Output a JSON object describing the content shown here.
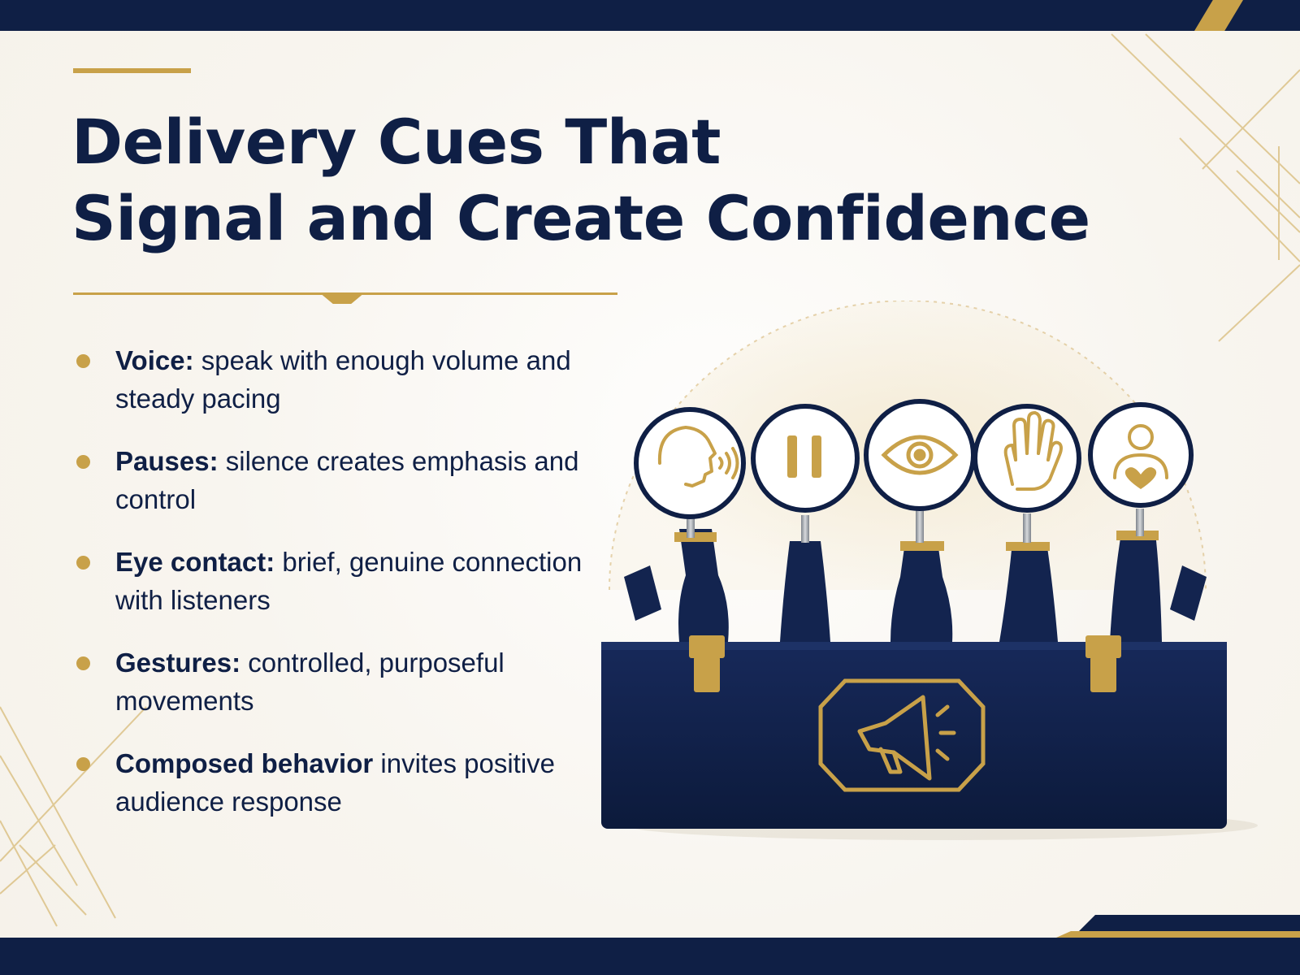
{
  "header": {
    "title_line_1": "Delivery Cues That",
    "title_line_2": "Signal and Create Confidence"
  },
  "cues": [
    {
      "term": "Voice:",
      "text": "speak with enough volume and steady pacing",
      "icon": "speaking-head-icon"
    },
    {
      "term": "Pauses:",
      "text": "silence creates emphasis and control",
      "icon": "pause-icon"
    },
    {
      "term": "Eye contact:",
      "text": "brief, genuine connection with listeners",
      "icon": "eye-icon"
    },
    {
      "term": "Gestures:",
      "text": "controlled, purposeful movements",
      "icon": "raised-hand-icon"
    },
    {
      "term": "Composed behavior",
      "text": "invites positive audience response",
      "icon": "person-heart-icon"
    }
  ],
  "toolbox": {
    "emblem_icon": "megaphone-icon"
  },
  "colors": {
    "navy": "#0f1f45",
    "gold": "#c8a149",
    "background": "#f8f5ef"
  }
}
